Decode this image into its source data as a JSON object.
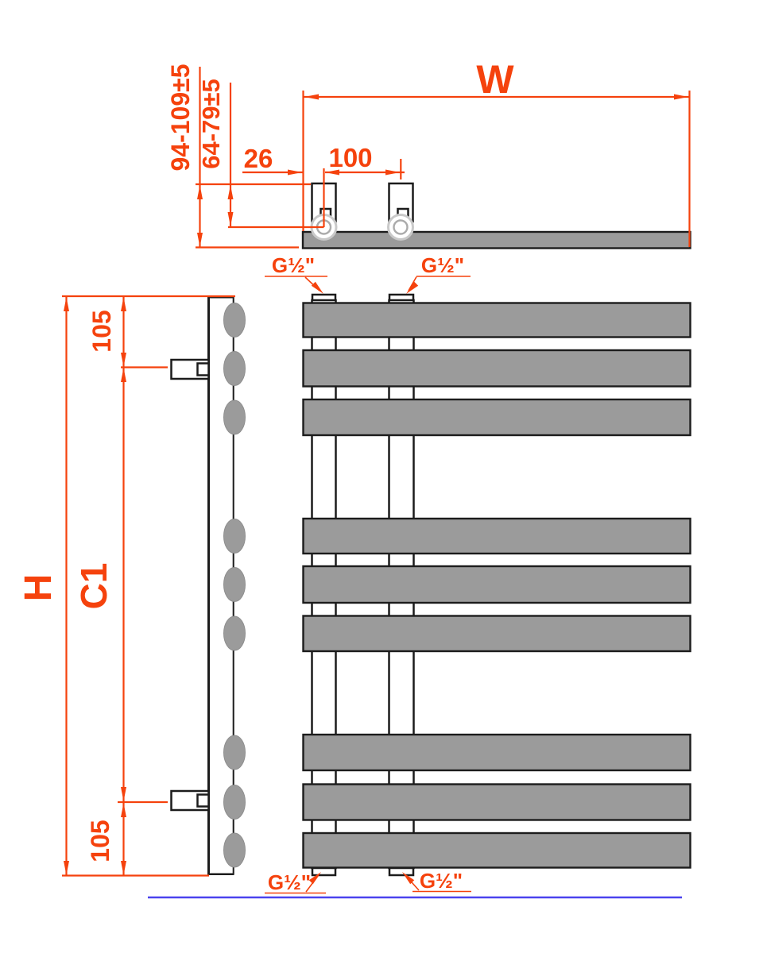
{
  "colors": {
    "dimension": "#f5420d",
    "outline": "#1c1c1c",
    "bar_fill": "#9b9b9b",
    "floor": "#4b43ee",
    "valve_ring": "#c9c9c9",
    "valve_ring_inner": "#ababab"
  },
  "labels": {
    "width": "W",
    "height": "H",
    "center_distance": "C1",
    "left_offset": "26",
    "valve_spacing": "100",
    "wall_clearance_range": "94-109±5",
    "pipe_center_range": "64-79±5",
    "bracket_offset_top": "105",
    "bracket_offset_bottom": "105",
    "conn_top_left": "G½\"",
    "conn_top_right": "G½\"",
    "conn_bottom_left": "G½\"",
    "conn_bottom_right": "G½\""
  }
}
